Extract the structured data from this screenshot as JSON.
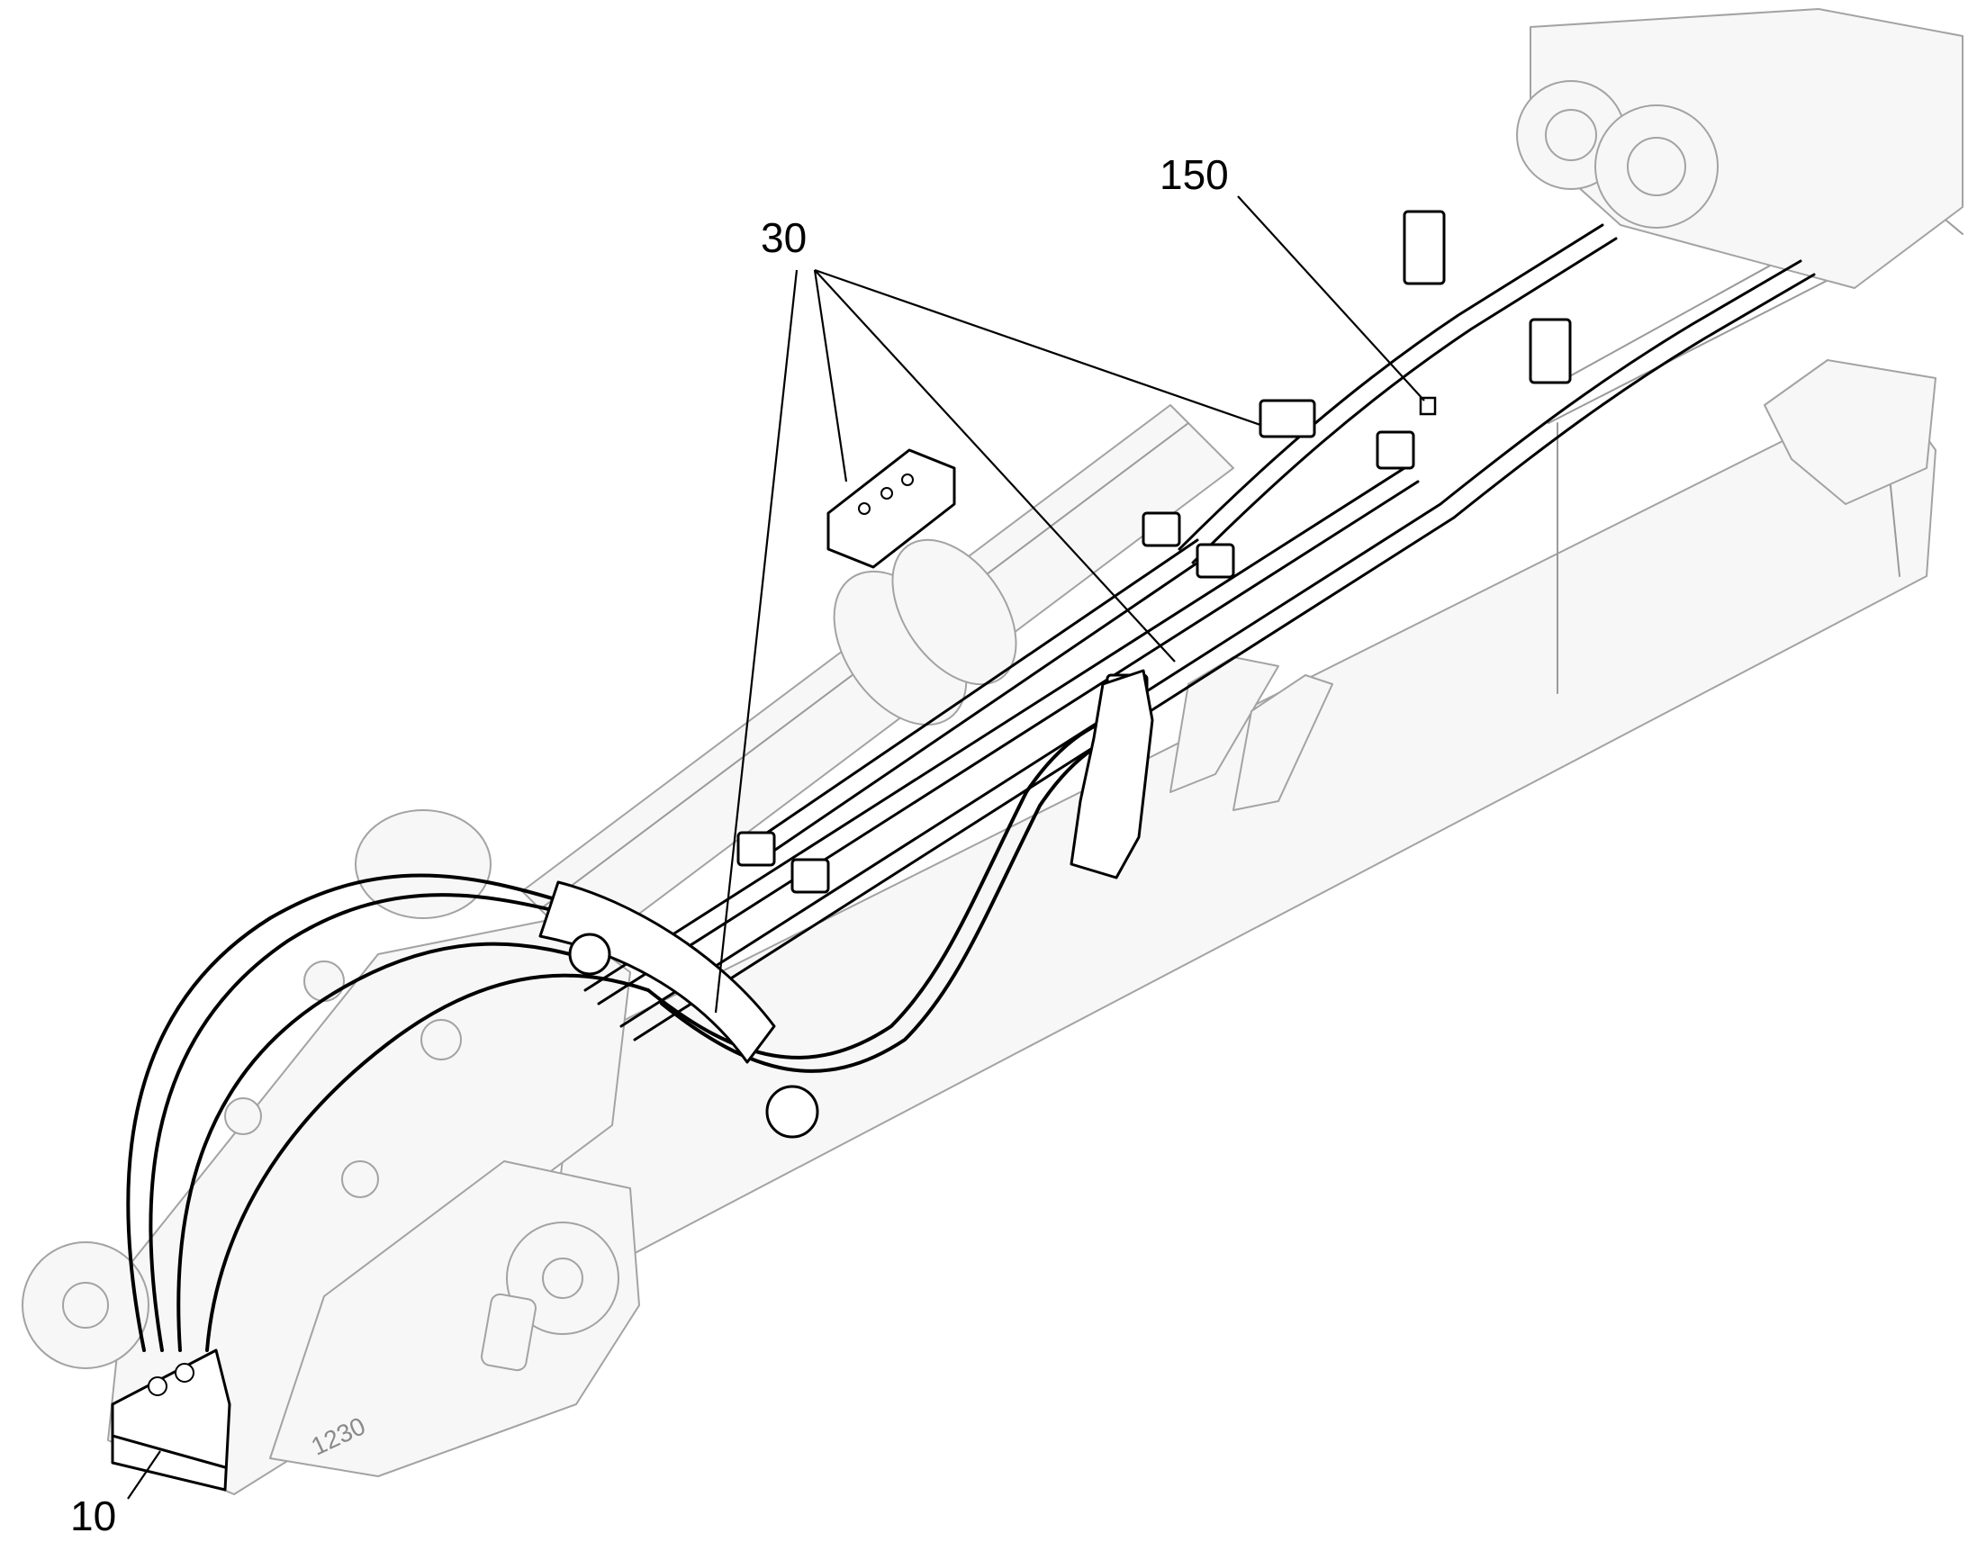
{
  "callouts": {
    "c150": "150",
    "c30": "30",
    "c10": "10"
  },
  "part_marking": "1230",
  "icons": [
    "boom-outline",
    "hydraulic-hose",
    "hose-clamp",
    "valve-block",
    "quick-coupler"
  ]
}
